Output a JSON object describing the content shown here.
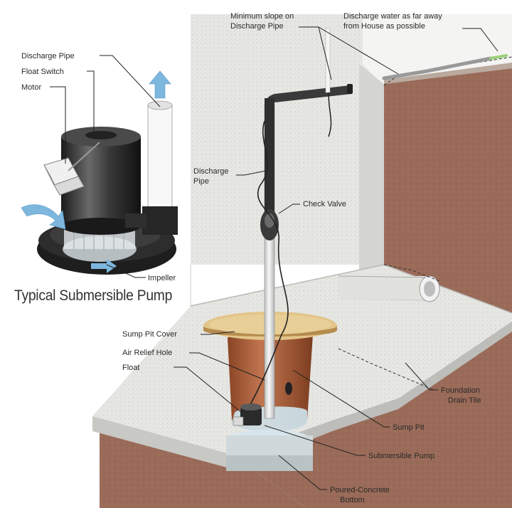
{
  "diagram": {
    "title": "Typical Submersible Pump",
    "pump_labels": {
      "discharge_pipe": "Discharge Pipe",
      "float_switch": "Float Switch",
      "motor": "Motor",
      "impeller": "Impeller"
    },
    "house_labels": {
      "minimum_slope": [
        "Minimum slope on",
        "Discharge Pipe"
      ],
      "discharge_water": [
        "Discharge water as far away",
        "from House as possible"
      ],
      "discharge_pipe": [
        "Discharge",
        "Pipe"
      ],
      "check_valve": "Check Valve",
      "sump_pit_cover": "Sump Pit Cover",
      "air_relief_hole": "Air Relief Hole",
      "float": "Float",
      "foundation_drain_tile": [
        "Foundation",
        "Drain Tile"
      ],
      "sump_pit": "Sump Pit",
      "submersible_pump": "Submersible Pump",
      "poured_concrete_bottom": [
        "Poured-Concrete",
        "Bottom"
      ]
    },
    "colors": {
      "wall": "#e9e9e6",
      "soil": "#9b6a58",
      "slab": "#d9d9d6",
      "pit": "#b4623c",
      "cover": "#d8b779",
      "pipe": "#ececec",
      "water": "#cfe6ee",
      "arrow": "#6fb0d9"
    }
  }
}
